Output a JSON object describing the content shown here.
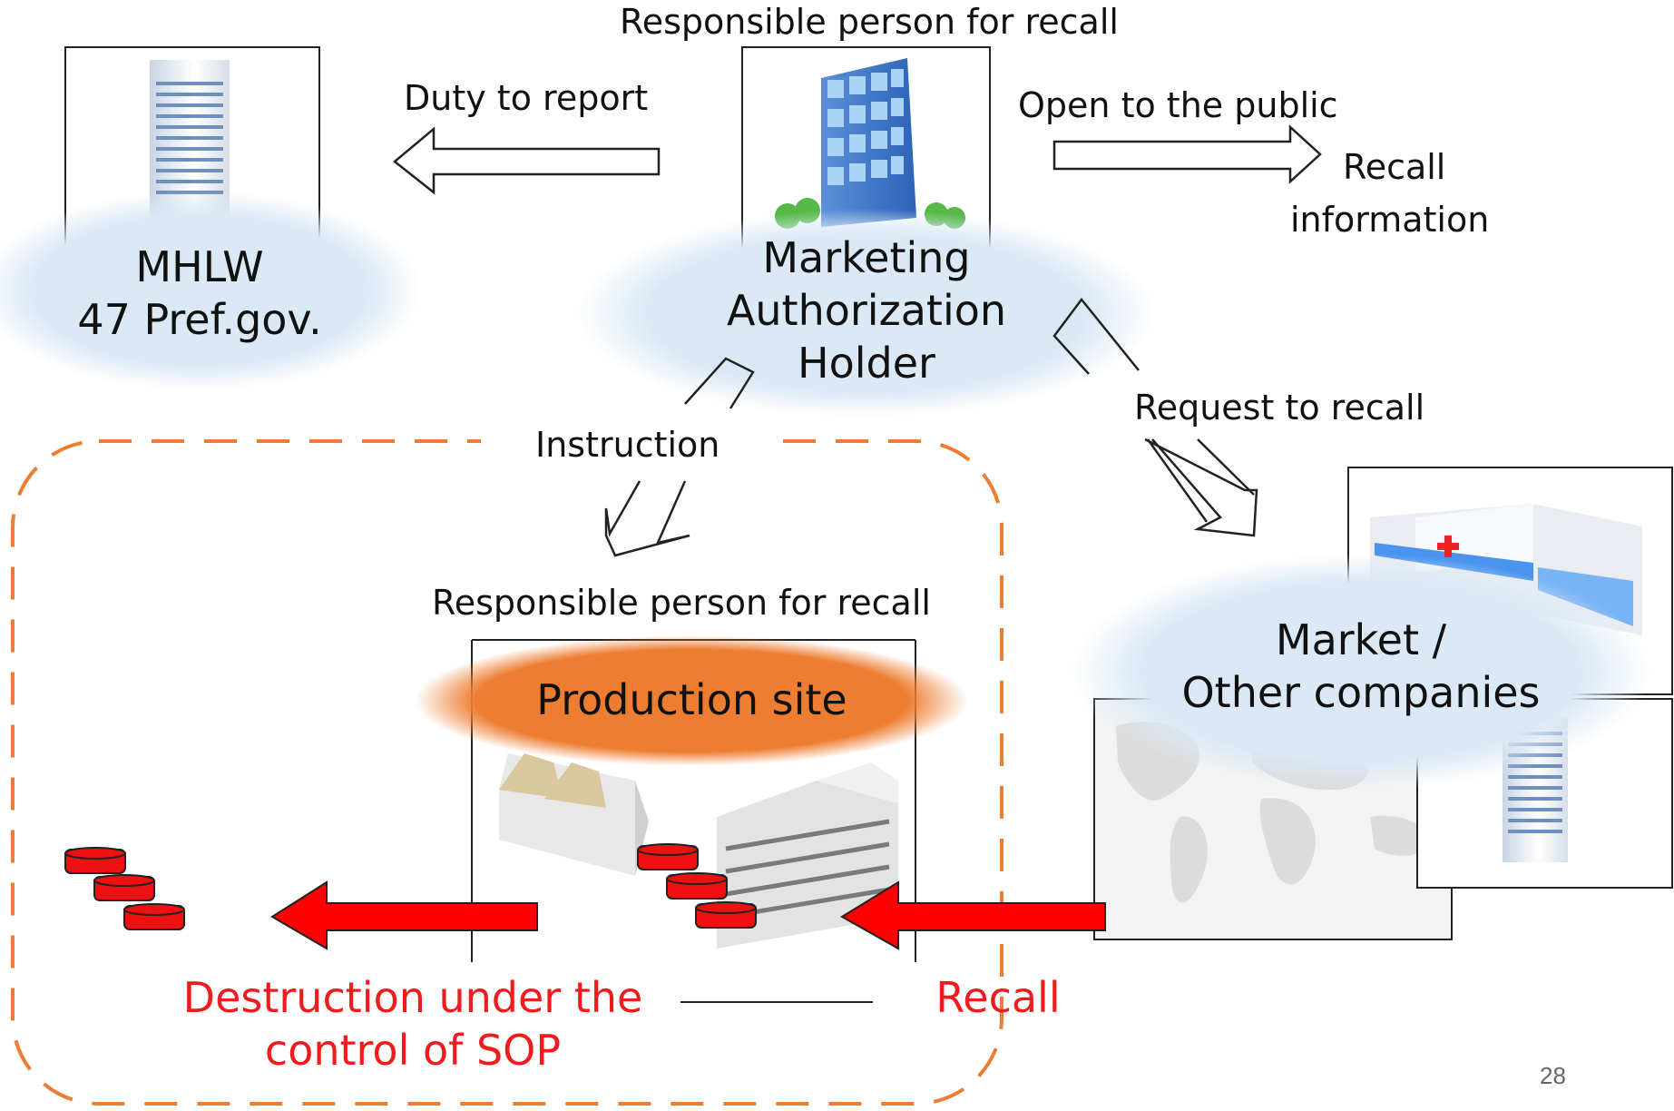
{
  "labels": {
    "top_responsible": "Responsible person for recall",
    "duty_to_report": "Duty to report",
    "open_to_public": "Open to the public",
    "recall_info_line1": "Recall",
    "recall_info_line2": "information",
    "request_to_recall": "Request to recall",
    "instruction": "Instruction",
    "site_responsible": "Responsible person for recall",
    "destruction_line1": "Destruction under the",
    "destruction_line2": "control of SOP",
    "recall": "Recall"
  },
  "entities": {
    "mhlw_line1": "MHLW",
    "mhlw_line2": "47 Pref.gov.",
    "mah_line1": "Marketing",
    "mah_line2": "Authorization",
    "mah_line3": "Holder",
    "production_site": "Production site",
    "market_line1": "Market /",
    "market_line2": "Other companies"
  },
  "page_number": "28",
  "colors": {
    "cloud": "#dbe8f5",
    "production_oval": "#ed7d31",
    "dashed_border": "#ed7d31",
    "recall_arrow": "#ff0000",
    "red_text": "#ee1c1c"
  },
  "icons": [
    "government-building-icon",
    "office-building-icon",
    "factory-icon",
    "hospital-icon",
    "world-map-icon",
    "product-stack-icon"
  ]
}
